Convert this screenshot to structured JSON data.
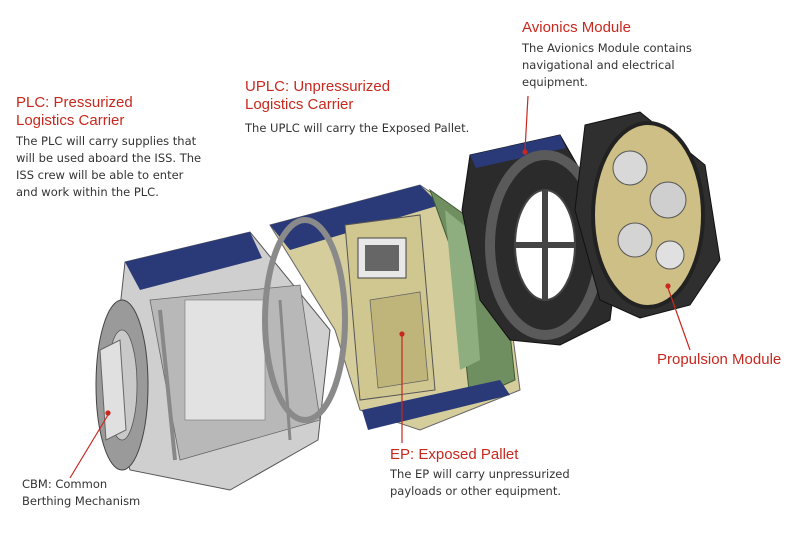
{
  "colors": {
    "title": "#c8281e",
    "text": "#333333",
    "leader": "#c8281e",
    "solar": "#2a3a78",
    "hull_dark": "#2b2b2b",
    "hull_mid": "#8a8a8a",
    "hull_light": "#d9d9d9",
    "insulation": "#d8d0a0",
    "green_frame": "#6f8f60"
  },
  "labels": {
    "plc": {
      "title": "PLC: Pressurized\nLogistics Carrier",
      "desc": "The PLC will carry supplies that\nwill be used aboard the ISS. The\nISS crew will be able to enter\nand work within the PLC."
    },
    "uplc": {
      "title": "UPLC: Unpressurized\nLogistics Carrier",
      "desc": "The UPLC will carry the Exposed Pallet."
    },
    "avionics": {
      "title": "Avionics Module",
      "desc": "The Avionics Module contains\nnavigational and electrical\nequipment."
    },
    "propulsion": {
      "title": "Propulsion Module"
    },
    "ep": {
      "title": "EP: Exposed Pallet",
      "desc": "The EP will carry unpressurized\npayloads or other equipment."
    },
    "cbm": {
      "desc": "CBM: Common\nBerthing Mechanism"
    }
  }
}
